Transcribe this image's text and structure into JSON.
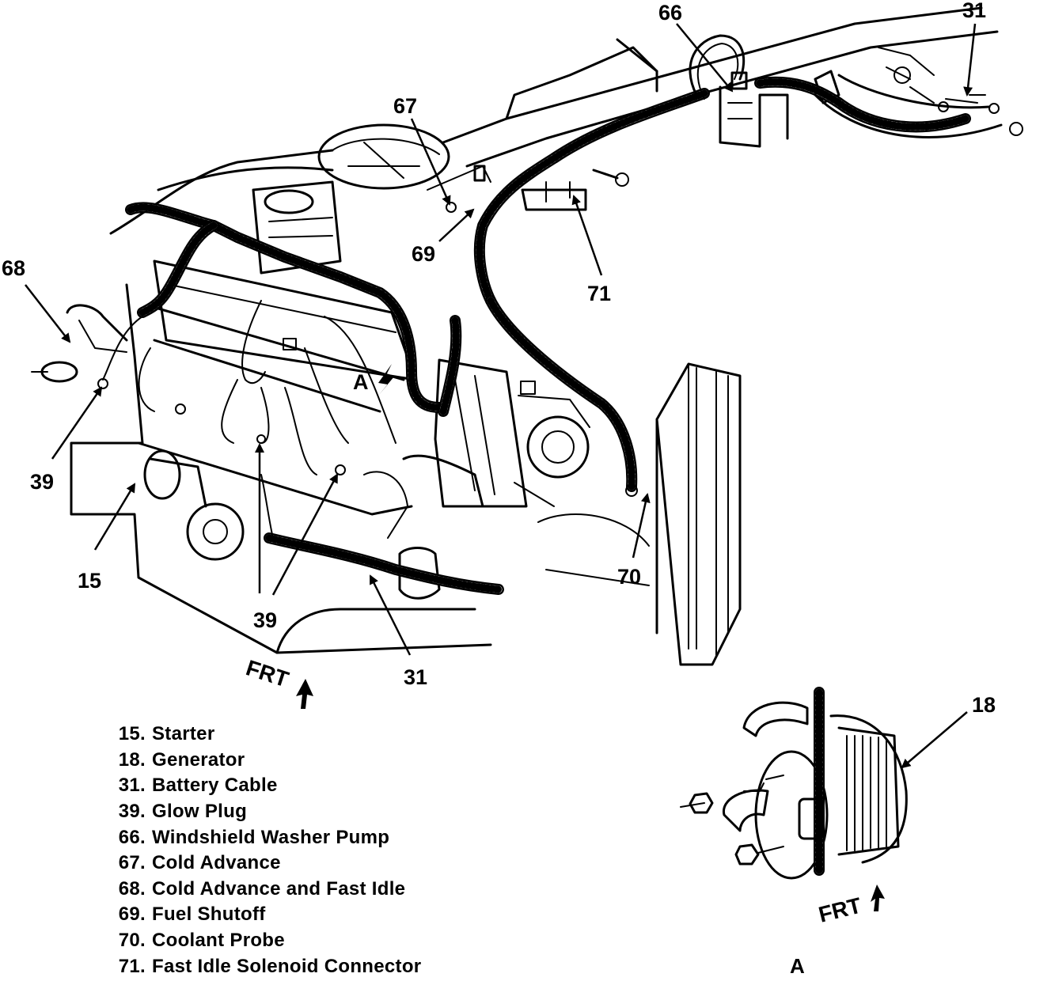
{
  "callouts": {
    "c66": "66",
    "c31_top": "31",
    "c67": "67",
    "c69": "69",
    "c71": "71",
    "c68": "68",
    "c39_left": "39",
    "c15": "15",
    "c39_bottom": "39",
    "c31_bottom": "31",
    "c70": "70",
    "c18": "18",
    "view_a_marker": "A"
  },
  "front_labels": {
    "main": "FRT",
    "detail": "FRT"
  },
  "detail_view_label": "A",
  "legend": [
    {
      "num": "15.",
      "text": "Starter"
    },
    {
      "num": "18.",
      "text": "Generator"
    },
    {
      "num": "31.",
      "text": "Battery Cable"
    },
    {
      "num": "39.",
      "text": "Glow Plug"
    },
    {
      "num": "66.",
      "text": "Windshield Washer Pump"
    },
    {
      "num": "67.",
      "text": "Cold Advance"
    },
    {
      "num": "68.",
      "text": "Cold Advance and Fast Idle"
    },
    {
      "num": "69.",
      "text": "Fuel Shutoff"
    },
    {
      "num": "70.",
      "text": "Coolant Probe"
    },
    {
      "num": "71.",
      "text": "Fast Idle Solenoid Connector"
    }
  ]
}
